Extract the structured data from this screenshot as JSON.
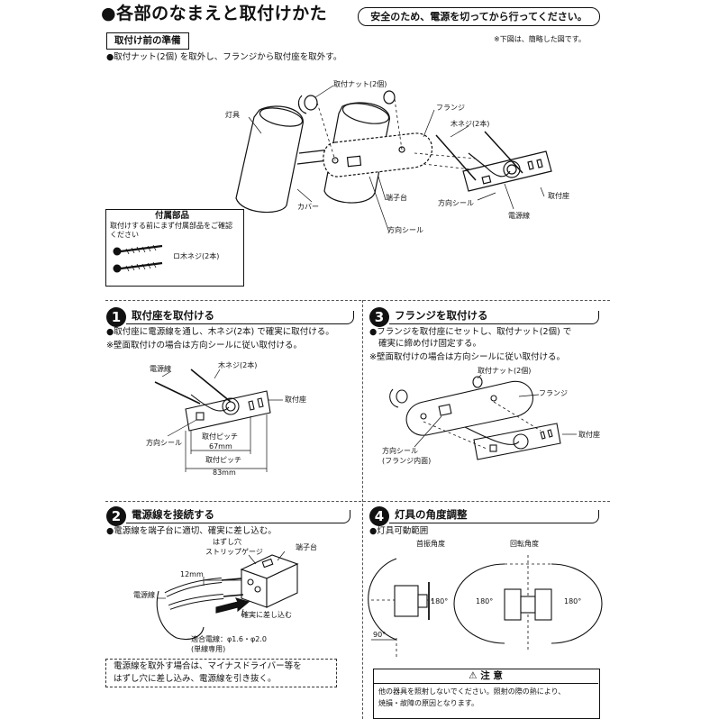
{
  "header": {
    "title": "●各部のなまえと取付けかた",
    "safety_note": "安全のため、電源を切ってから行ってください。",
    "prep_label": "取付け前の準備",
    "simplified_note": "※下図は、簡略した図です。",
    "prep_text": "●取付ナット(2個) を取外し、フランジから取付座を取外す。"
  },
  "overview": {
    "nut": "取付ナット(2個)",
    "fixture": "灯具",
    "flange": "フランジ",
    "wood_screw": "木ネジ(2本)",
    "terminal": "端子台",
    "mount": "取付座",
    "cover": "カバー",
    "dir_seal_1": "方向シール",
    "power_wire": "電源線",
    "dir_seal_2": "方向シール"
  },
  "accessories": {
    "title": "付属部品",
    "text1": "取付けする前にまず付属部品をご確認",
    "text2": "ください",
    "screw": "ロ木ネジ(2本)"
  },
  "step1": {
    "num": "1",
    "title": "取付座を取付ける",
    "line1": "●取付座に電源線を通し、木ネジ(2本) で確実に取付ける。",
    "line2": "※壁面取付けの場合は方向シールに従い取付ける。",
    "power_wire": "電源線",
    "wood_screw": "木ネジ(2本)",
    "mount": "取付座",
    "dir_seal": "方向シール",
    "pitch1": "取付ピッチ",
    "pitch1_val": "67mm",
    "pitch2": "取付ピッチ",
    "pitch2_val": "83mm"
  },
  "step2": {
    "num": "2",
    "title": "電源線を接続する",
    "line1": "●電源線を端子台に適切、確実に差し込む。",
    "release_hole": "はずし穴",
    "strip_gauge": "ストリップゲージ",
    "terminal": "端子台",
    "length": "12mm",
    "power_wire": "電源線",
    "insert": "確実に差し込む",
    "wire_spec": "適合電線：φ1.6・φ2.0",
    "wire_type": "(単線専用)",
    "remove1": "電源線を取外す場合は、マイナスドライバー等を",
    "remove2": "はずし穴に差し込み、電源線を引き抜く。"
  },
  "step3": {
    "num": "3",
    "title": "フランジを取付ける",
    "line1": "●フランジを取付座にセットし、取付ナット(2個) で",
    "line2": "確実に締め付け固定する。",
    "line3": "※壁面取付けの場合は方向シールに従い取付ける。",
    "nut": "取付ナット(2個)",
    "flange": "フランジ",
    "mount": "取付座",
    "dir_seal": "方向シール",
    "dir_seal_sub": "(フランジ内面)"
  },
  "step4": {
    "num": "4",
    "title": "灯具の角度調整",
    "line1": "●灯具可動範囲",
    "tilt": "首振角度",
    "rotate": "回転角度",
    "deg180a": "180°",
    "deg90": "90°",
    "deg180b": "180°",
    "deg180c": "180°"
  },
  "caution": {
    "title": "⚠ 注 意",
    "line1": "他の器具を照射しないでください。照射の際の熱により、",
    "line2": "焼損・故障の原因となります。"
  }
}
